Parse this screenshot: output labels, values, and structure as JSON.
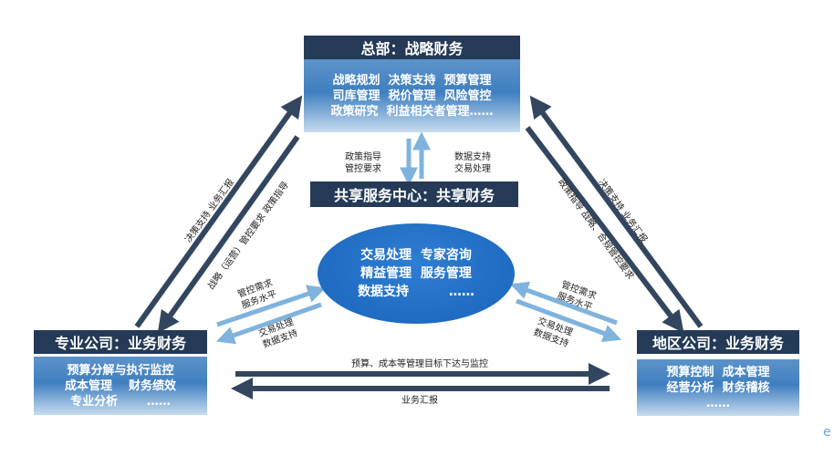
{
  "nodes": {
    "hq": {
      "title": "总部：战略财务",
      "lines": [
        "战略规划  决策支持  预算管理",
        "司库管理  税价管理  风险管控",
        "政策研究  利益相关者管理……"
      ]
    },
    "shared": {
      "title": "共享服务中心：共享财务",
      "lines": [
        "交易处理  专家咨询",
        "精益管理  服务管理",
        "数据支持         ……"
      ]
    },
    "specialized": {
      "title": "专业公司：业务财务",
      "lines": [
        "预算分解与执行监控",
        "成本管理    财务绩效",
        "专业分析       ……"
      ]
    },
    "regional": {
      "title": "地区公司：业务财务",
      "lines": [
        "预算控制  成本管理",
        "经营分析  财务稽核",
        "……"
      ]
    }
  },
  "labels": {
    "hq_to_shared": [
      "政策指导",
      "管控要求"
    ],
    "shared_to_hq": [
      "数据支持",
      "交易处理"
    ],
    "spec_to_hq": "决策支持  业务汇报",
    "hq_to_spec": "战略（运营）管控要求  政策指导",
    "reg_to_hq": "决策支持  业务汇报",
    "hq_to_reg": "政策指导  战略、合规管控要求",
    "spec_to_shared": [
      "管控需求",
      "服务水平"
    ],
    "shared_to_spec": [
      "交易处理",
      "数据支持"
    ],
    "reg_to_shared": [
      "管控需求",
      "服务水平"
    ],
    "shared_to_reg": [
      "交易处理",
      "数据支持"
    ],
    "spec_to_reg": "预算、成本等管理目标下达与监控",
    "reg_to_spec": "业务汇报"
  },
  "colors": {
    "dark_navy": "#243a57",
    "arrow_dark": "#33465f",
    "arrow_light": "#7fb3de",
    "ellipse_blue": "#2374c6"
  },
  "corner_mark": "e"
}
